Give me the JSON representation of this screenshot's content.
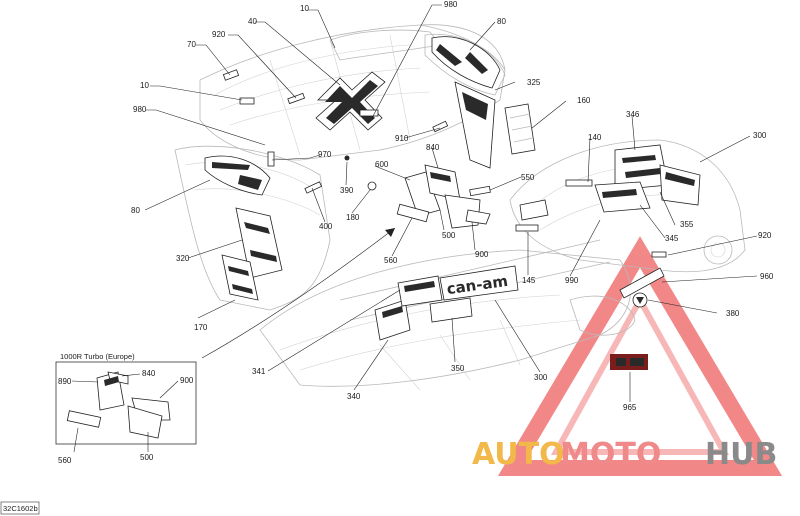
{
  "diagram_code": "32C1602b",
  "inset": {
    "title": "1000R Turbo (Europe)"
  },
  "brand_text": "can-am",
  "watermark": {
    "part1": "AUTO",
    "part2": "MOTO",
    "part3": "HUB",
    "colors": {
      "auto": "#f2b84a",
      "moto": "#f08a8a",
      "hub": "#8a8a8a",
      "triangle": "#f06a6a"
    }
  },
  "callouts": {
    "c10a": "10",
    "c40": "40",
    "c980a": "980",
    "c80a": "80",
    "c920a": "920",
    "c70": "70",
    "c10b": "10",
    "c325": "325",
    "c160": "160",
    "c980b": "980",
    "c910": "910",
    "c840a": "840",
    "c970": "970",
    "c600": "600",
    "c550": "550",
    "c390": "390",
    "c180": "180",
    "c80b": "80",
    "c400": "400",
    "c500a": "500",
    "c900a": "900",
    "c560a": "560",
    "c320": "320",
    "c140": "140",
    "c346": "346",
    "c300a": "300",
    "c355": "355",
    "c345": "345",
    "c920b": "920",
    "c145": "145",
    "c990": "990",
    "c960": "960",
    "c380": "380",
    "c170": "170",
    "c341": "341",
    "c350": "350",
    "c300b": "300",
    "c340": "340",
    "c965": "965",
    "c890": "890",
    "c840b": "840",
    "c900b": "900",
    "c560b": "560",
    "c500b": "500"
  }
}
